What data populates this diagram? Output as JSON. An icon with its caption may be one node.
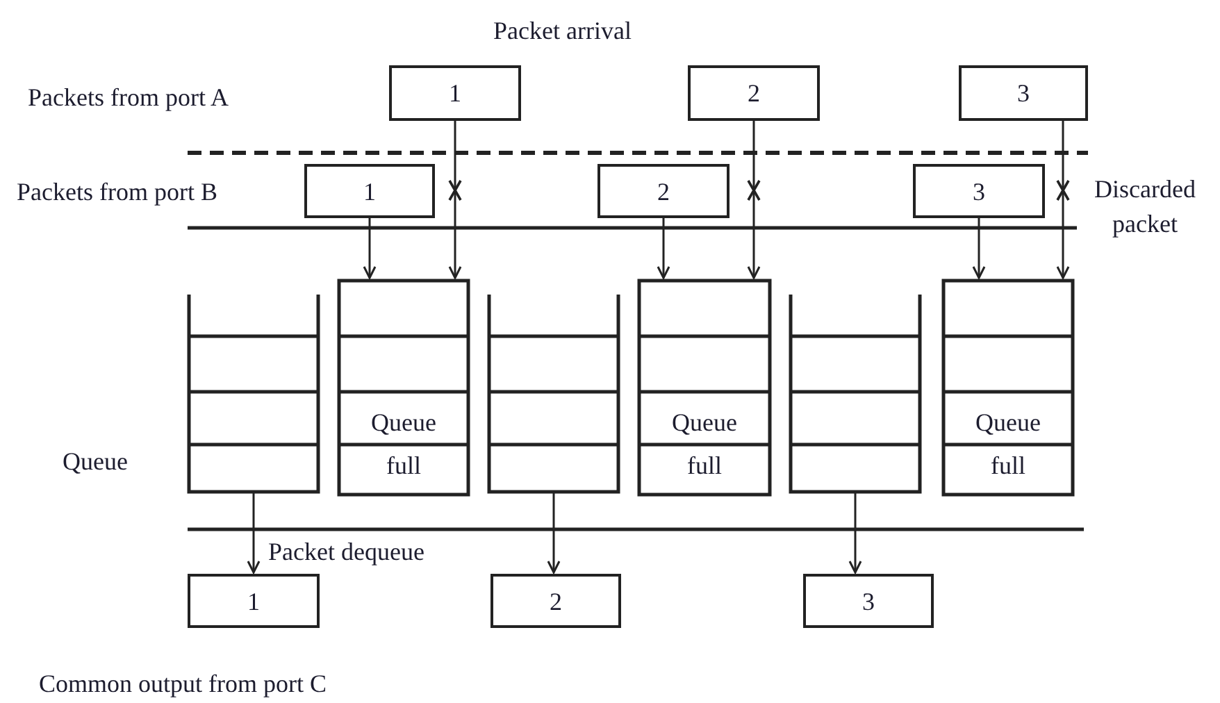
{
  "diagram": {
    "nodes": [
      {
        "text": [
          "1"
        ]
      },
      {
        "text": [
          "2"
        ]
      },
      {
        "text": [
          "3"
        ]
      },
      {
        "text": [
          "1"
        ]
      },
      {
        "text": [
          "2"
        ]
      },
      {
        "text": [
          "3"
        ]
      },
      {
        "text": [],
        "shape": "box"
      },
      {
        "text": [
          "Queue full"
        ]
      },
      {
        "text": [],
        "shape": "box"
      },
      {
        "text": [
          "Queue full"
        ]
      },
      {
        "text": [],
        "shape": "box"
      },
      {
        "text": [
          "Queue full"
        ]
      },
      {
        "text": [
          "1"
        ]
      },
      {
        "text": [
          "2"
        ]
      },
      {
        "text": [
          "3"
        ]
      }
    ],
    "edges": [
      {
        "from": 0,
        "to": 7,
        "arrow": "to"
      },
      {
        "from": 3,
        "to": 7,
        "arrow": "to"
      },
      {
        "from": 1,
        "to": 9,
        "arrow": "to"
      },
      {
        "from": 4,
        "to": 9,
        "arrow": "to"
      },
      {
        "from": 2,
        "to": 11,
        "arrow": "to"
      },
      {
        "from": 5,
        "to": 11,
        "arrow": "to"
      },
      {
        "from": 6,
        "to": 12,
        "arrow": "to"
      },
      {
        "from": 8,
        "to": 13,
        "arrow": "to"
      },
      {
        "from": 10,
        "to": 14,
        "arrow": "to"
      }
    ],
    "labels": [
      "Packet arrival",
      "Packets from port A",
      "Packets from port B",
      "Discarded packet",
      "Queue",
      "Packet dequeue",
      "Common output from port C"
    ]
  }
}
